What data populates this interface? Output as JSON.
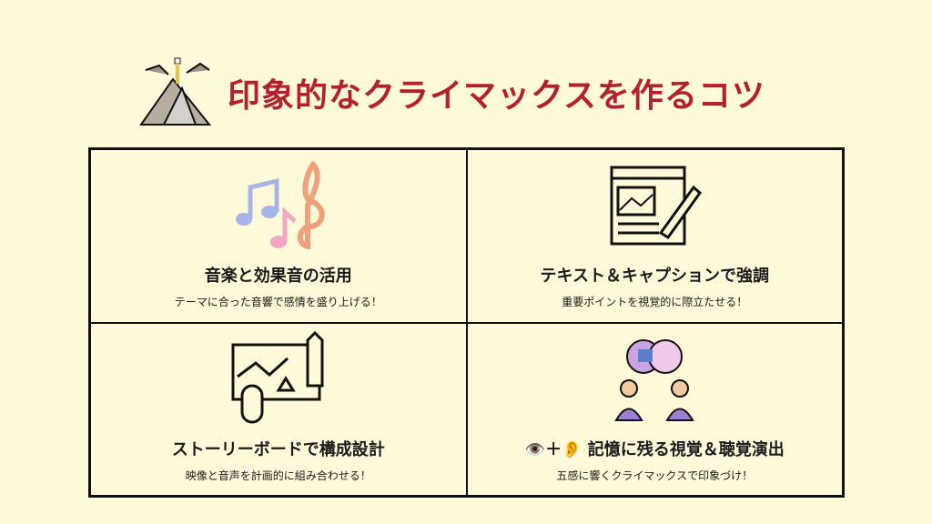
{
  "title": "印象的なクライマックスを作るコツ",
  "cards": [
    {
      "heading": "音楽と効果音の活用",
      "sub": "テーマに合った音響で感情を盛り上げる！",
      "icon": "music-notes-icon"
    },
    {
      "heading": "テキスト＆キャプションで強調",
      "sub": "重要ポイントを視覚的に際立たせる！",
      "icon": "document-edit-icon"
    },
    {
      "heading": "ストーリーボードで構成設計",
      "sub": "映像と音声を計画的に組み合わせる！",
      "icon": "storyboard-icon"
    },
    {
      "heading": "👁️＋👂 記憶に残る視覚＆聴覚演出",
      "sub": "五感に響くクライマックスで印象づけ！",
      "icon": "people-chat-icon"
    }
  ],
  "colors": {
    "title": "#b5202e",
    "background": "#fefad9"
  }
}
